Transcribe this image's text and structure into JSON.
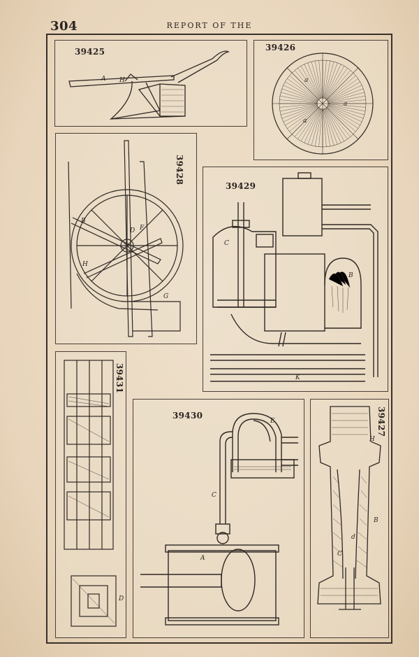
{
  "header": {
    "page_number": "304",
    "running_title": "REPORT OF THE"
  },
  "figures": {
    "fig_39425": {
      "number": "39425",
      "labels": [
        "A",
        "H"
      ]
    },
    "fig_39426": {
      "number": "39426",
      "labels": [
        "a",
        "a",
        "a"
      ]
    },
    "fig_39428": {
      "number": "39428",
      "labels": [
        "B",
        "H",
        "D",
        "F",
        "G"
      ]
    },
    "fig_39429": {
      "number": "39429",
      "labels": [
        "C",
        "B",
        "K"
      ]
    },
    "fig_39431": {
      "number": "39431",
      "labels": [
        "D"
      ]
    },
    "fig_39430": {
      "number": "39430",
      "labels": [
        "E",
        "C",
        "A"
      ]
    },
    "fig_39427": {
      "number": "39427",
      "labels": [
        "H",
        "B",
        "C",
        "d"
      ]
    }
  }
}
